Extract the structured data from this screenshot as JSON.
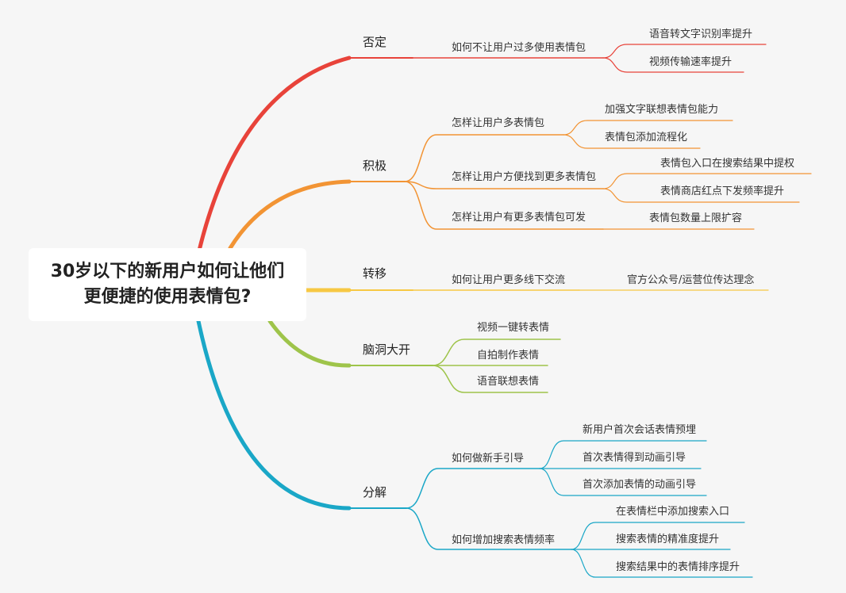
{
  "root": {
    "title": "30岁以下的新用户如何让他们更便捷的使用表情包?"
  },
  "branches": [
    {
      "label": "否定",
      "color": "#e8433a",
      "children": [
        {
          "label": "如何不让用户过多使用表情包",
          "children": [
            "语音转文字识别率提升",
            "视频传输速率提升"
          ]
        }
      ]
    },
    {
      "label": "积极",
      "color": "#f29434",
      "children": [
        {
          "label": "怎样让用户多表情包",
          "children": [
            "加强文字联想表情包能力",
            "表情包添加流程化"
          ]
        },
        {
          "label": "怎样让用户方便找到更多表情包",
          "children": [
            "表情包入口在搜索结果中提权",
            "表情商店红点下发频率提升"
          ]
        },
        {
          "label": "怎样让用户有更多表情包可发",
          "children": [
            "表情包数量上限扩容"
          ]
        }
      ]
    },
    {
      "label": "转移",
      "color": "#f7c843",
      "children": [
        {
          "label": "如何让用户更多线下交流",
          "children": [
            "官方公众号/运营位传达理念"
          ]
        }
      ]
    },
    {
      "label": "脑洞大开",
      "color": "#9ec44a",
      "children": [
        {
          "label": "视频一键转表情",
          "children": []
        },
        {
          "label": "自拍制作表情",
          "children": []
        },
        {
          "label": "语音联想表情",
          "children": []
        }
      ]
    },
    {
      "label": "分解",
      "color": "#1aa7c7",
      "children": [
        {
          "label": "如何做新手引导",
          "children": [
            "新用户首次会话表情预埋",
            "首次表情得到动画引导",
            "首次添加表情的动画引导"
          ]
        },
        {
          "label": "如何增加搜索表情频率",
          "children": [
            "在表情栏中添加搜索入口",
            "搜索表情的精准度提升",
            "搜索结果中的表情排序提升"
          ]
        }
      ]
    }
  ]
}
